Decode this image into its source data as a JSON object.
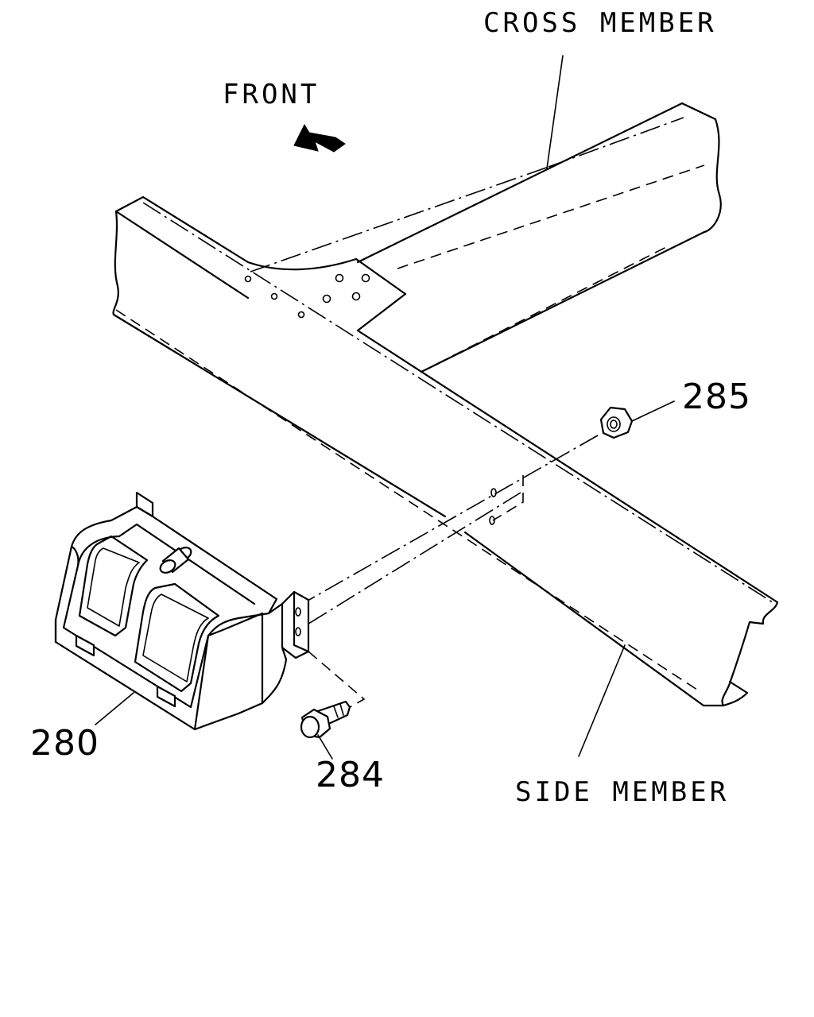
{
  "labels": {
    "cross_member": "CROSS MEMBER",
    "front": "FRONT",
    "side_member": "SIDE MEMBER"
  },
  "callouts": {
    "part_280": "280",
    "part_284": "284",
    "part_285": "285"
  },
  "icons": {
    "direction_arrow": "front-arrow-icon"
  }
}
